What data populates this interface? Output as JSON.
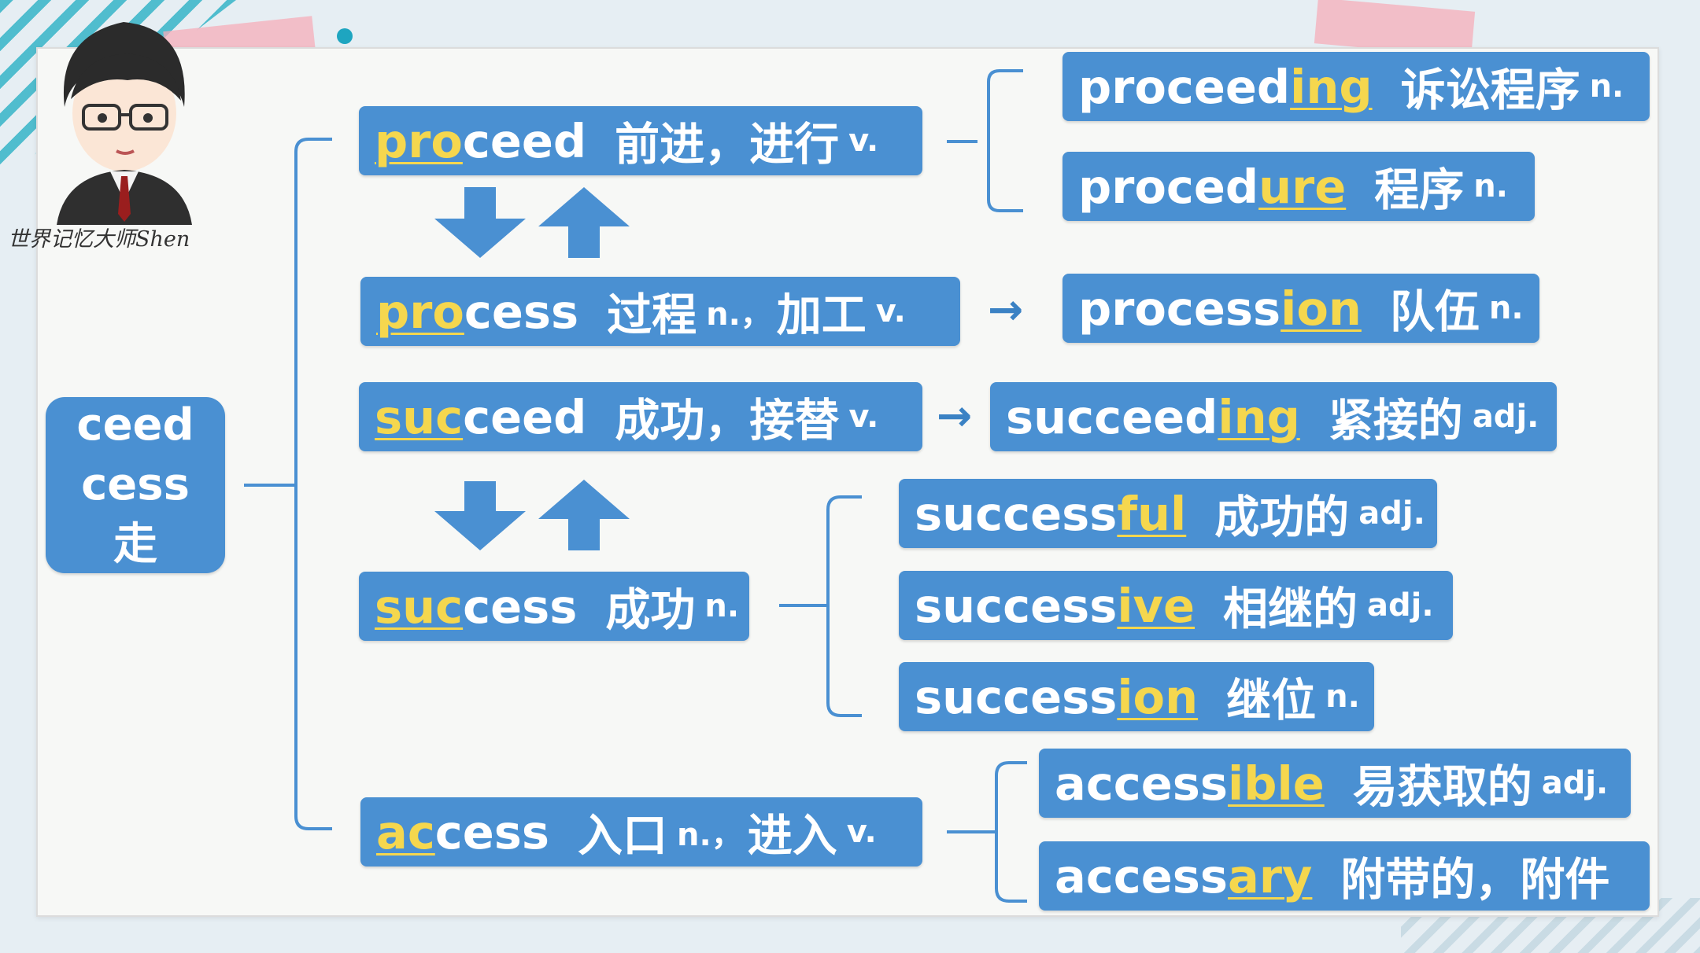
{
  "caption": "世界记忆大师Shen",
  "root": {
    "line1": "ceed",
    "line2": "cess",
    "line3": "走"
  },
  "arrow_symbol": "→",
  "boxes": {
    "proceed": {
      "hl": "pro",
      "rest": "ceed",
      "zh": "前进，进行",
      "pos": "v."
    },
    "process": {
      "hl": "pro",
      "rest": "cess",
      "zh": "过程",
      "pos1": "n.，",
      "zh2": "加工",
      "pos2": "v."
    },
    "succeed": {
      "hl": "suc",
      "rest": "ceed",
      "zh": "成功，接替",
      "pos": "v."
    },
    "success": {
      "hl": "suc",
      "rest": "cess",
      "zh": "成功",
      "pos": "n."
    },
    "access": {
      "hl": "ac",
      "rest": "cess",
      "zh": "入口",
      "pos1": "n.，",
      "zh2": "进入",
      "pos2": "v."
    },
    "proceeding": {
      "base": "proceed",
      "hl": "ing",
      "zh": "诉讼程序",
      "pos": "n."
    },
    "procedure": {
      "base": "proced",
      "hl": "ure",
      "zh": "程序",
      "pos": "n."
    },
    "procession": {
      "base": "process",
      "hl": "ion",
      "zh": "队伍",
      "pos": "n."
    },
    "succeeding": {
      "base": "succeed",
      "hl": "ing",
      "zh": "紧接的",
      "pos": "adj."
    },
    "successful": {
      "base": "success",
      "hl": "ful",
      "zh": "成功的",
      "pos": "adj."
    },
    "successive": {
      "base": "success",
      "hl": "ive",
      "zh": "相继的",
      "pos": "adj."
    },
    "succession": {
      "base": "success",
      "hl": "ion",
      "zh": "继位",
      "pos": "n."
    },
    "accessible": {
      "base": "access",
      "hl": "ible",
      "zh": "易获取的",
      "pos": "adj."
    },
    "accessary": {
      "base": "access",
      "hl": "ary",
      "zh": "附带的，附件"
    }
  }
}
